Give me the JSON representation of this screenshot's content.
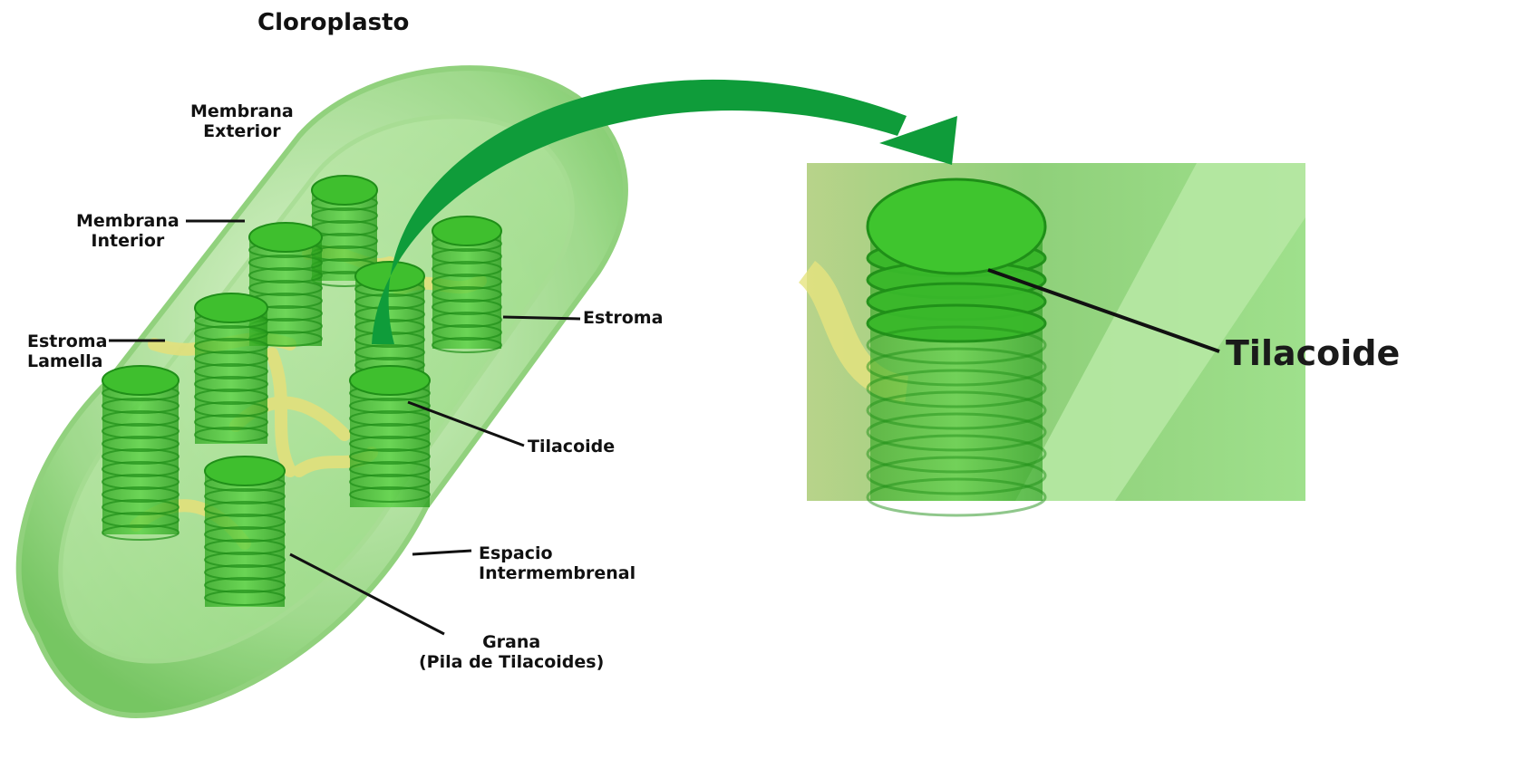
{
  "diagram": {
    "title": "Cloroplasto",
    "labels": {
      "membrana_exterior": [
        "Membrana",
        "Exterior"
      ],
      "membrana_interior": [
        "Membrana",
        "Interior"
      ],
      "estroma_lamella": [
        "Estroma",
        "Lamella"
      ],
      "estroma": "Estroma",
      "tilacoide": "Tilacoide",
      "espacio_intermembrenal": [
        "Espacio",
        "Intermembrenal"
      ],
      "grana": [
        "Grana",
        "(Pila de Tilacoides)"
      ]
    },
    "zoom_label": "Tilacoide"
  },
  "colors": {
    "membrane_light": "#b9e5a9",
    "membrane_mid": "#7fcf6a",
    "granum": "#3fbf2e",
    "granum_dark": "#1f8f18",
    "lamella": "#e4e28a",
    "arrow": "#0f9c3a"
  }
}
